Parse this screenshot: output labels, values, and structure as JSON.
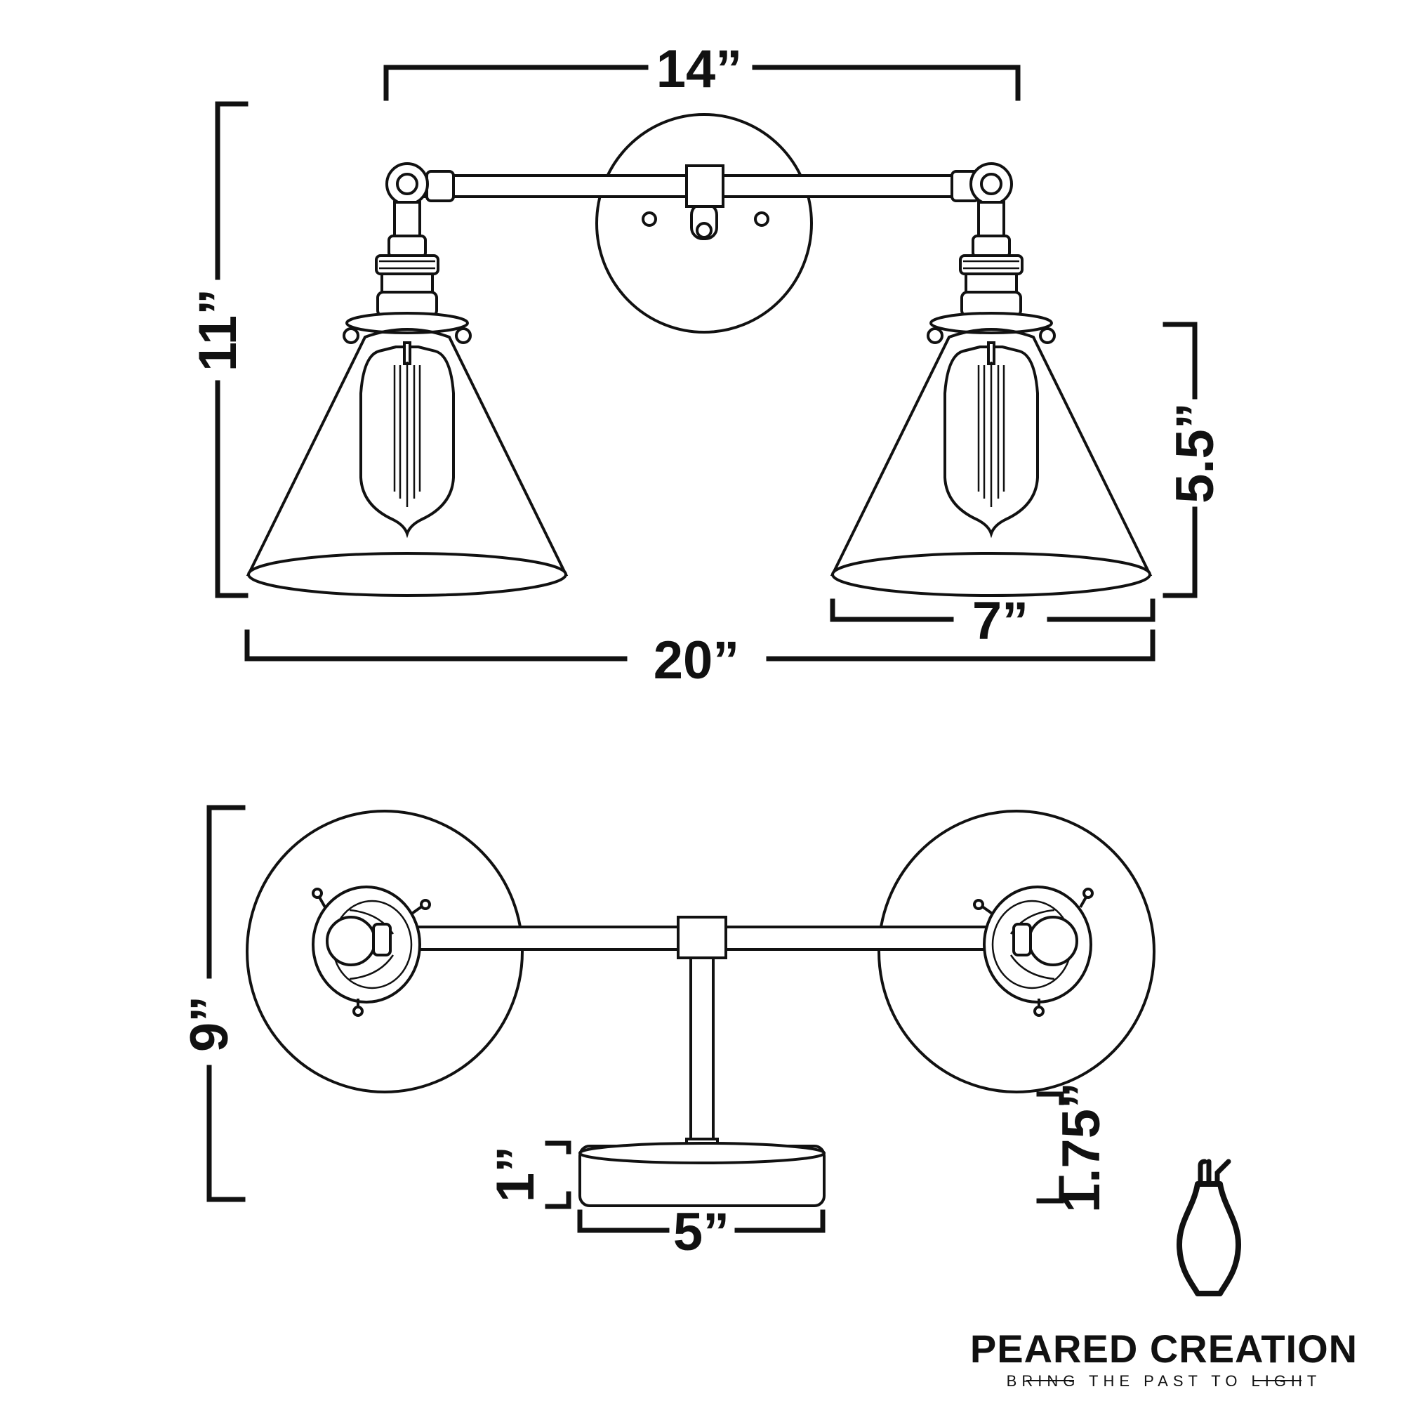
{
  "dimensions": {
    "top_width": "14”",
    "front_height": "11”",
    "shade_height": "5.5”",
    "shade_diameter": "7”",
    "total_width": "20”",
    "depth": "9”",
    "plate_thickness": "1”",
    "stem_length": "1.75”",
    "plate_diameter": "5”"
  },
  "brand": {
    "name": "PEARED CREATION",
    "tagline": "BRING THE PAST TO LIGHT",
    "logo_icon": "pear-bulb-logo-icon"
  },
  "colors": {
    "line": "#111111",
    "background": "#ffffff"
  }
}
